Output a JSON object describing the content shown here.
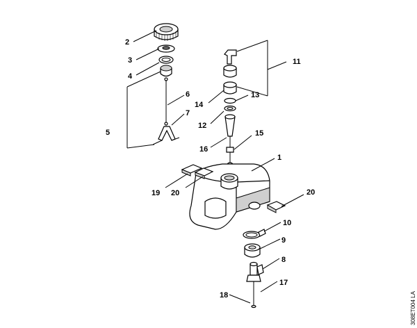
{
  "labels": {
    "l1": "1",
    "l2": "2",
    "l3": "3",
    "l4": "4",
    "l5": "5",
    "l6": "6",
    "l7": "7",
    "l8": "8",
    "l9": "9",
    "l10": "10",
    "l11": "11",
    "l12": "12",
    "l13": "13",
    "l14": "14",
    "l15": "15",
    "l16": "16",
    "l17": "17",
    "l18": "18",
    "l19": "19",
    "l20a": "20",
    "l20b": "20"
  },
  "drawing_code": "308ET004 LA"
}
